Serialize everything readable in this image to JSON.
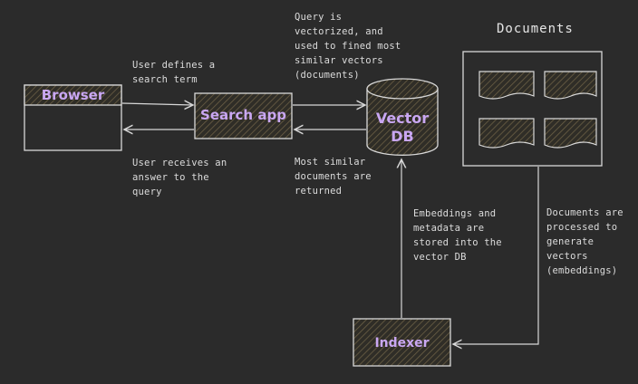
{
  "nodes": {
    "browser": "Browser",
    "search_app": "Search app",
    "vector_db": "Vector\nDB",
    "indexer": "Indexer",
    "documents": "Documents"
  },
  "annotations": {
    "user_defines": "User defines a\nsearch term",
    "user_receives": "User receives an\nanswer to the\nquery",
    "query_vectorized": "Query is\nvectorized, and\nused to fined most\nsimilar vectors\n(documents)",
    "most_similar": "Most similar\ndocuments are\nreturned",
    "embeddings_stored": "Embeddings and\nmetadata are\nstored into the\nvector DB",
    "documents_processed": "Documents are\nprocessed to\ngenerate vectors\n(embeddings)"
  },
  "colors": {
    "background": "#2b2b2b",
    "stroke": "#d8d8d8",
    "title": "#c9a7f2",
    "hatch": "#6b5f45"
  }
}
